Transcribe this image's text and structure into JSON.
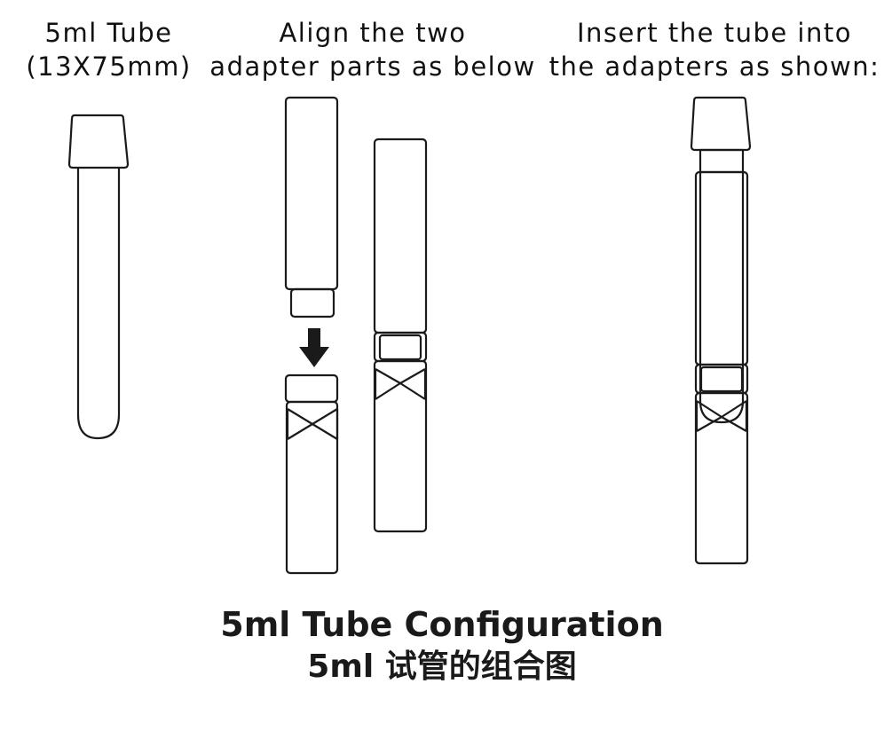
{
  "captions": {
    "tube": {
      "line1": "5ml Tube",
      "line2": "(13X75mm)"
    },
    "align": {
      "line1": "Align the two",
      "line2": "adapter parts as below"
    },
    "insert": {
      "line1": "Insert the tube into",
      "line2": "the adapters as shown:"
    }
  },
  "title": {
    "english": "5ml Tube Configuration",
    "chinese": "5ml 试管的组合图"
  },
  "colors": {
    "stroke": "#1a1a1a",
    "background": "#ffffff"
  }
}
